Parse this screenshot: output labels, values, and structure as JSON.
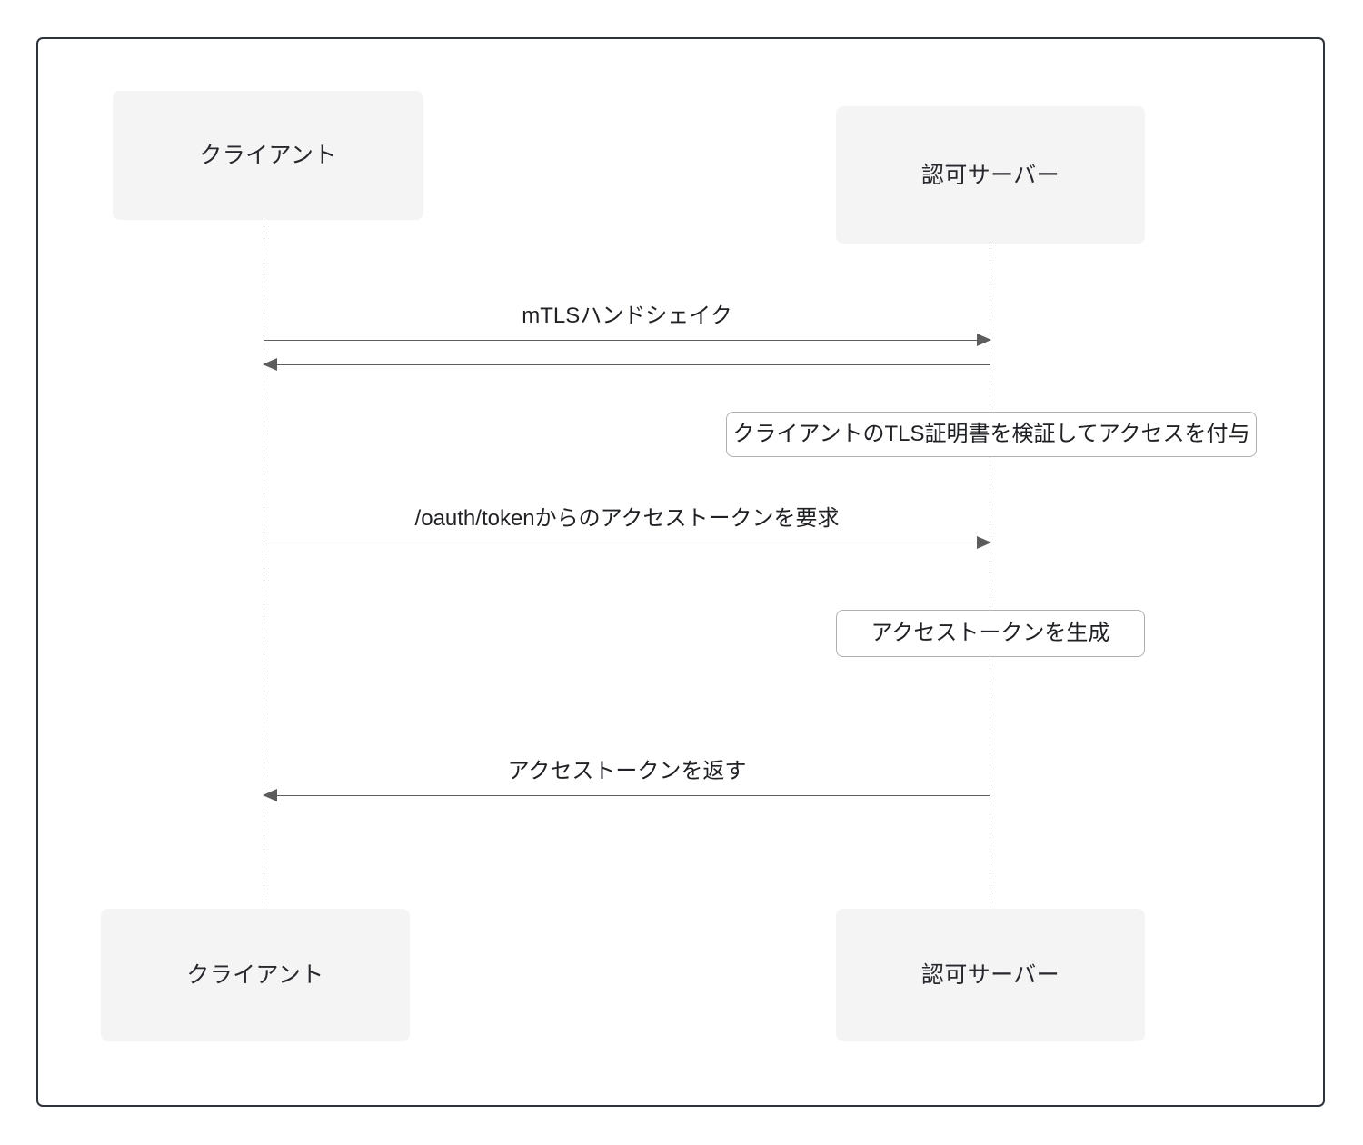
{
  "diagram": {
    "type": "sequence-diagram",
    "frame_color": "#2e333b",
    "participant_fill": "#f4f4f4",
    "line_color": "#5d5d5d",
    "lifeline_color": "#9a9a9a",
    "note_border_color": "#b0b0b0",
    "participants": [
      {
        "id": "client",
        "label": "クライアント"
      },
      {
        "id": "auth_server",
        "label": "認可サーバー"
      }
    ],
    "participants_bottom": [
      {
        "id": "client",
        "label": "クライアント"
      },
      {
        "id": "auth_server",
        "label": "認可サーバー"
      }
    ],
    "messages": [
      {
        "id": "mtls_request",
        "from": "client",
        "to": "auth_server",
        "direction": "right",
        "label": "mTLSハンドシェイク"
      },
      {
        "id": "mtls_response",
        "from": "auth_server",
        "to": "client",
        "direction": "left",
        "label": ""
      },
      {
        "id": "token_request",
        "from": "client",
        "to": "auth_server",
        "direction": "right",
        "label": "/oauth/tokenからのアクセストークンを要求"
      },
      {
        "id": "token_return",
        "from": "auth_server",
        "to": "client",
        "direction": "left",
        "label": "アクセストークンを返す"
      }
    ],
    "notes": [
      {
        "id": "verify_cert",
        "over": "auth_server",
        "label": "クライアントのTLS証明書を検証してアクセスを付与"
      },
      {
        "id": "generate_token",
        "over": "auth_server",
        "label": "アクセストークンを生成"
      }
    ]
  }
}
